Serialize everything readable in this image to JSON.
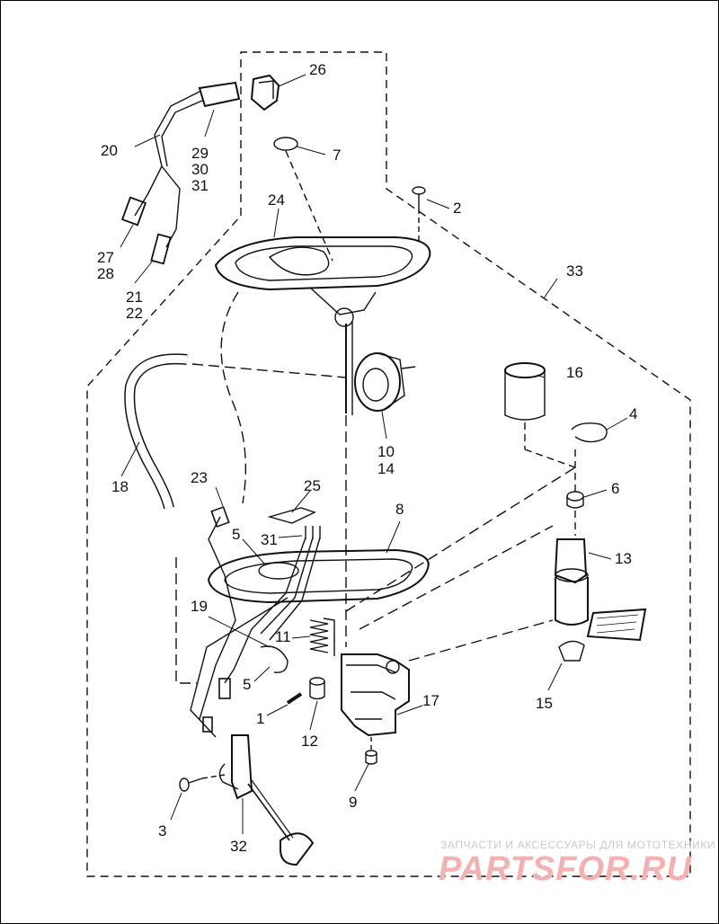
{
  "callouts": [
    "1",
    "2",
    "3",
    "4",
    "5",
    "5",
    "6",
    "7",
    "8",
    "9",
    "10",
    "11",
    "12",
    "13",
    "14",
    "15",
    "16",
    "17",
    "18",
    "19",
    "20",
    "21",
    "22",
    "23",
    "24",
    "25",
    "26",
    "27",
    "28",
    "29",
    "30",
    "31",
    "31",
    "32",
    "33"
  ],
  "watermark": {
    "caption": "ЗАПЧАСТИ И АКСЕССУАРЫ ДЛЯ МОТОТЕХНИКИ",
    "logo": "PARTSFOR.RU"
  },
  "colors": {
    "line": "#111111",
    "watermark_text": "#c9c9c9",
    "watermark_logo": "#f3b1b1"
  }
}
